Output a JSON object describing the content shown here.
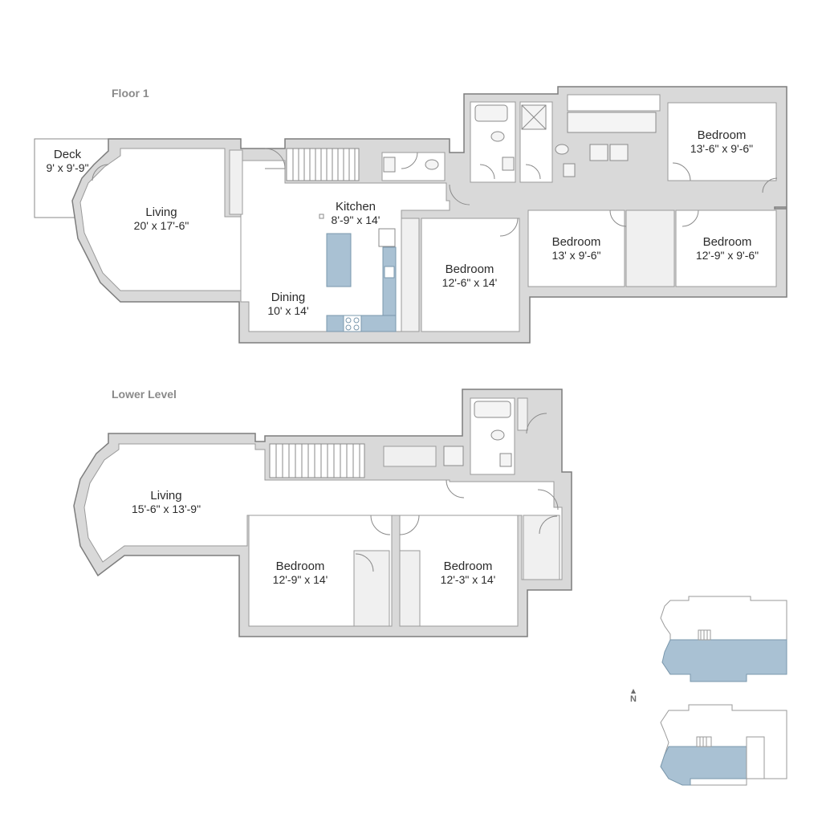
{
  "floors": [
    {
      "label": "Floor 1",
      "rooms": [
        {
          "id": "deck",
          "name": "Deck",
          "dims": "9' x 9'-9\""
        },
        {
          "id": "living",
          "name": "Living",
          "dims": "20' x 17'-6\""
        },
        {
          "id": "kitchen",
          "name": "Kitchen",
          "dims": "8'-9\" x 14'"
        },
        {
          "id": "dining",
          "name": "Dining",
          "dims": "10' x 14'"
        },
        {
          "id": "bedroom-center",
          "name": "Bedroom",
          "dims": "12'-6\" x 14'"
        },
        {
          "id": "bedroom-mid",
          "name": "Bedroom",
          "dims": "13' x 9'-6\""
        },
        {
          "id": "bedroom-right",
          "name": "Bedroom",
          "dims": "12'-9\" x 9'-6\""
        },
        {
          "id": "bedroom-top",
          "name": "Bedroom",
          "dims": "13'-6\" x 9'-6\""
        }
      ]
    },
    {
      "label": "Lower Level",
      "rooms": [
        {
          "id": "ll-living",
          "name": "Living",
          "dims": "15'-6\" x 13'-9\""
        },
        {
          "id": "ll-bedroom-left",
          "name": "Bedroom",
          "dims": "12'-9\" x 14'"
        },
        {
          "id": "ll-bedroom-right",
          "name": "Bedroom",
          "dims": "12'-3\" x 14'"
        }
      ]
    }
  ],
  "compass": {
    "label": "N"
  },
  "colors": {
    "wall": "#d9d9d9",
    "wall_stroke": "#7d7d7d",
    "highlight": "#a9c1d3",
    "label_gray": "#8a8a8a"
  }
}
